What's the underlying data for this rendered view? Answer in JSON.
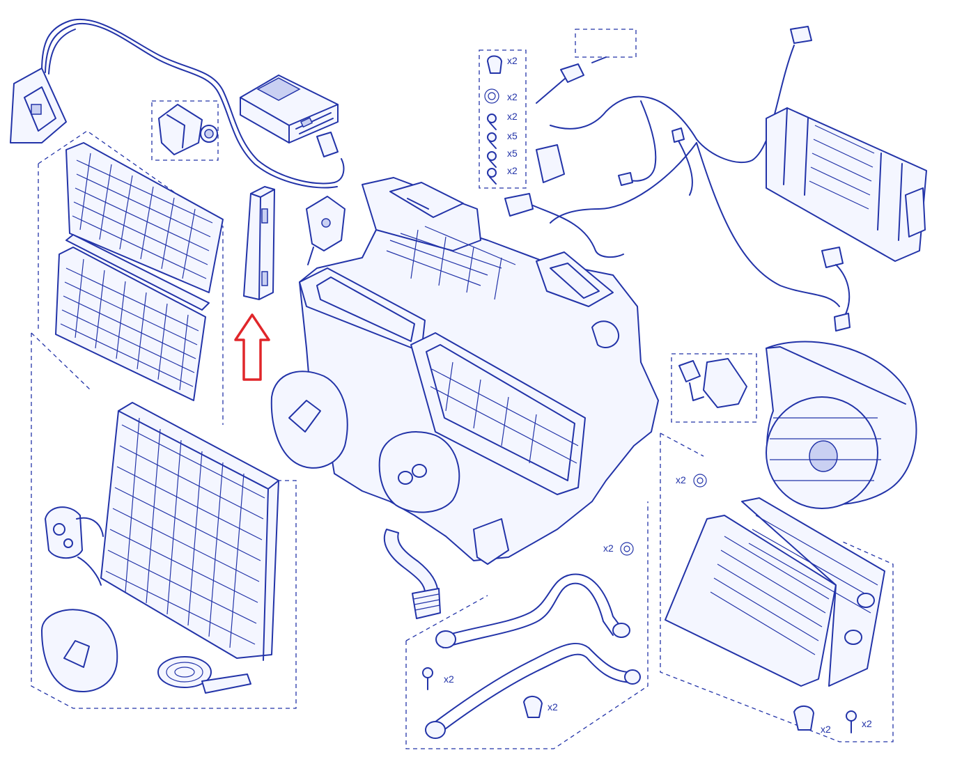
{
  "colors": {
    "line": "#2233a8",
    "fill": "#f4f6ff",
    "shade": "#c9d0f2",
    "highlight_arrow": "#e0262a",
    "background": "#ffffff"
  },
  "quantity_labels": {
    "bracket_clip_top": "x2",
    "washer_top": "x2",
    "screw_a": "x2",
    "screw_b": "x5",
    "screw_c": "x5",
    "screw_d": "x2",
    "oring_right": "x2",
    "oring_hose": "x2",
    "screw_hose_bottom": "x2",
    "clamp_hose_bottom": "x2",
    "clamp_heater_bottom": "x2",
    "screw_heater_bottom": "x2"
  },
  "icons": [
    "red-up-arrow-icon"
  ]
}
